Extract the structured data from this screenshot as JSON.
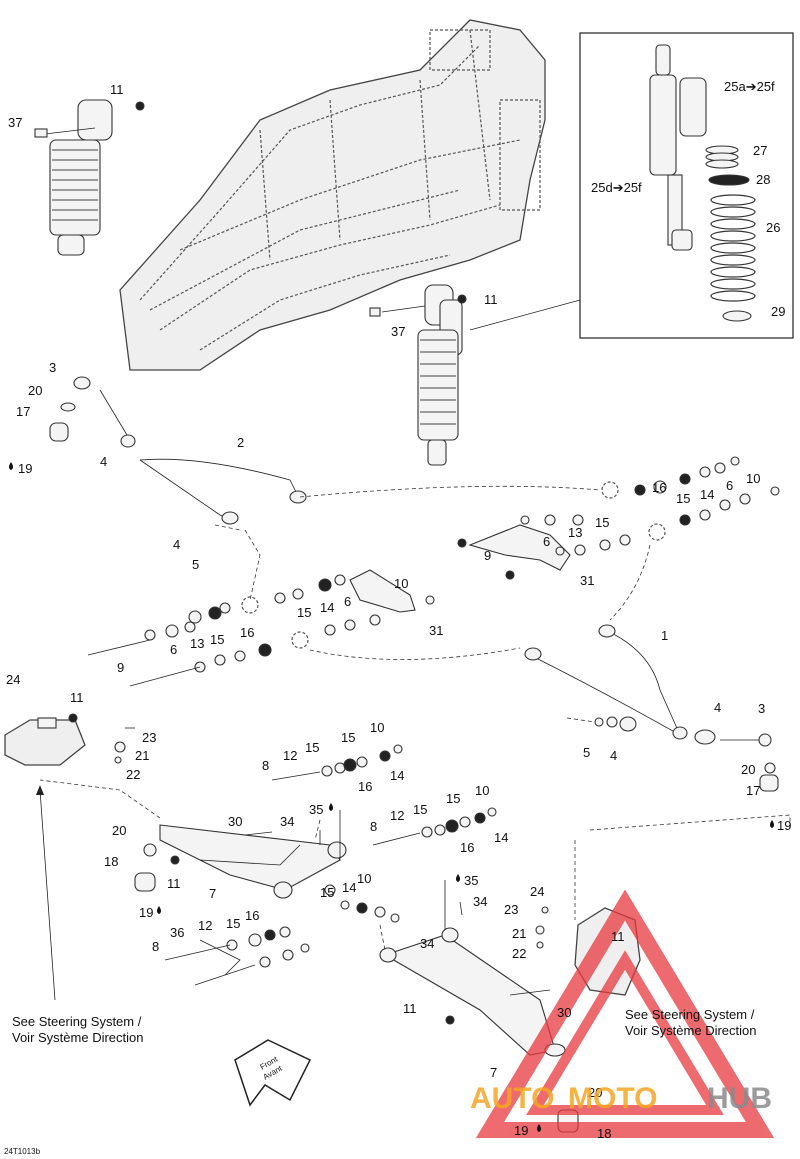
{
  "callouts": {
    "c11_top": "11",
    "c37_top": "37",
    "c11_mid": "11",
    "c37_mid": "37",
    "c25a": "25a➔25f",
    "c27": "27",
    "c28": "28",
    "c25d": "25d➔25f",
    "c26": "26",
    "c29": "29",
    "c3_left": "3",
    "c20_left": "20",
    "c17_left": "17",
    "c19_left": "19",
    "c4_left": "4",
    "c2": "2",
    "c4_mid": "4",
    "c5_mid": "5",
    "c10_r1": "10",
    "c6_r1": "6",
    "c15_r1": "15",
    "c14_r1": "14",
    "c16_r1": "16",
    "c13_r": "13",
    "c15_r2": "15",
    "c6_r2": "6",
    "c9_r": "9",
    "c31_r": "31",
    "c10_l": "10",
    "c6_l": "6",
    "c15_l": "15",
    "c14_l": "14",
    "c13_l": "13",
    "c15_l2": "15",
    "c16_l": "16",
    "c6_l2": "6",
    "c9_l": "9",
    "c31_l": "31",
    "c1": "1",
    "c4_r": "4",
    "c3_r": "3",
    "c5_r": "5",
    "c4_r2": "4",
    "c20_r": "20",
    "c17_r": "17",
    "c19_r": "19",
    "c24_l": "24",
    "c11_l": "11",
    "c23_l": "23",
    "c21_l": "21",
    "c22_l": "22",
    "c10_a": "10",
    "c15_a": "15",
    "c15_a2": "15",
    "c12_a": "12",
    "c8_a": "8",
    "c16_a": "16",
    "c14_a": "14",
    "c30_l": "30",
    "c34_l": "34",
    "c35_l": "35",
    "c20_ll": "20",
    "c18_l": "18",
    "c11_ll": "11",
    "c7_l": "7",
    "c19_ll": "19",
    "c10_b": "10",
    "c15_b": "15",
    "c12_b": "12",
    "c15_b2": "15",
    "c8_b": "8",
    "c16_b": "16",
    "c14_b": "14",
    "c35_r": "35",
    "c34_r": "34",
    "c10_c": "10",
    "c15_c": "15",
    "c14_c": "14",
    "c16_d": "16",
    "c12_d": "12",
    "c15_d": "15",
    "c36": "36",
    "c8_d": "8",
    "c34_d": "34",
    "c24_r": "24",
    "c23_r": "23",
    "c11_r": "11",
    "c21_r": "21",
    "c22_r": "22",
    "c11_br": "11",
    "c30_br": "30",
    "c7_br": "7",
    "c20_br": "20",
    "c19_br": "19",
    "c18_br": "18"
  },
  "notes": {
    "steering_left": [
      "See Steering System /",
      "Voir Système Direction"
    ],
    "steering_right": [
      "See Steering System /",
      "Voir Système Direction"
    ],
    "front_arrow": [
      "Front",
      "Avant"
    ],
    "figure_code": "24T1013b"
  },
  "watermark": {
    "text_auto": "AUTO",
    "text_moto": "MOTO",
    "text_hub": "HUB"
  },
  "colors": {
    "watermark_red": "#e8393f",
    "watermark_orange": "#f5a623",
    "watermark_gray": "#8a8a8a",
    "line": "#222222"
  },
  "icons": {
    "grease": "droplet-icon"
  }
}
